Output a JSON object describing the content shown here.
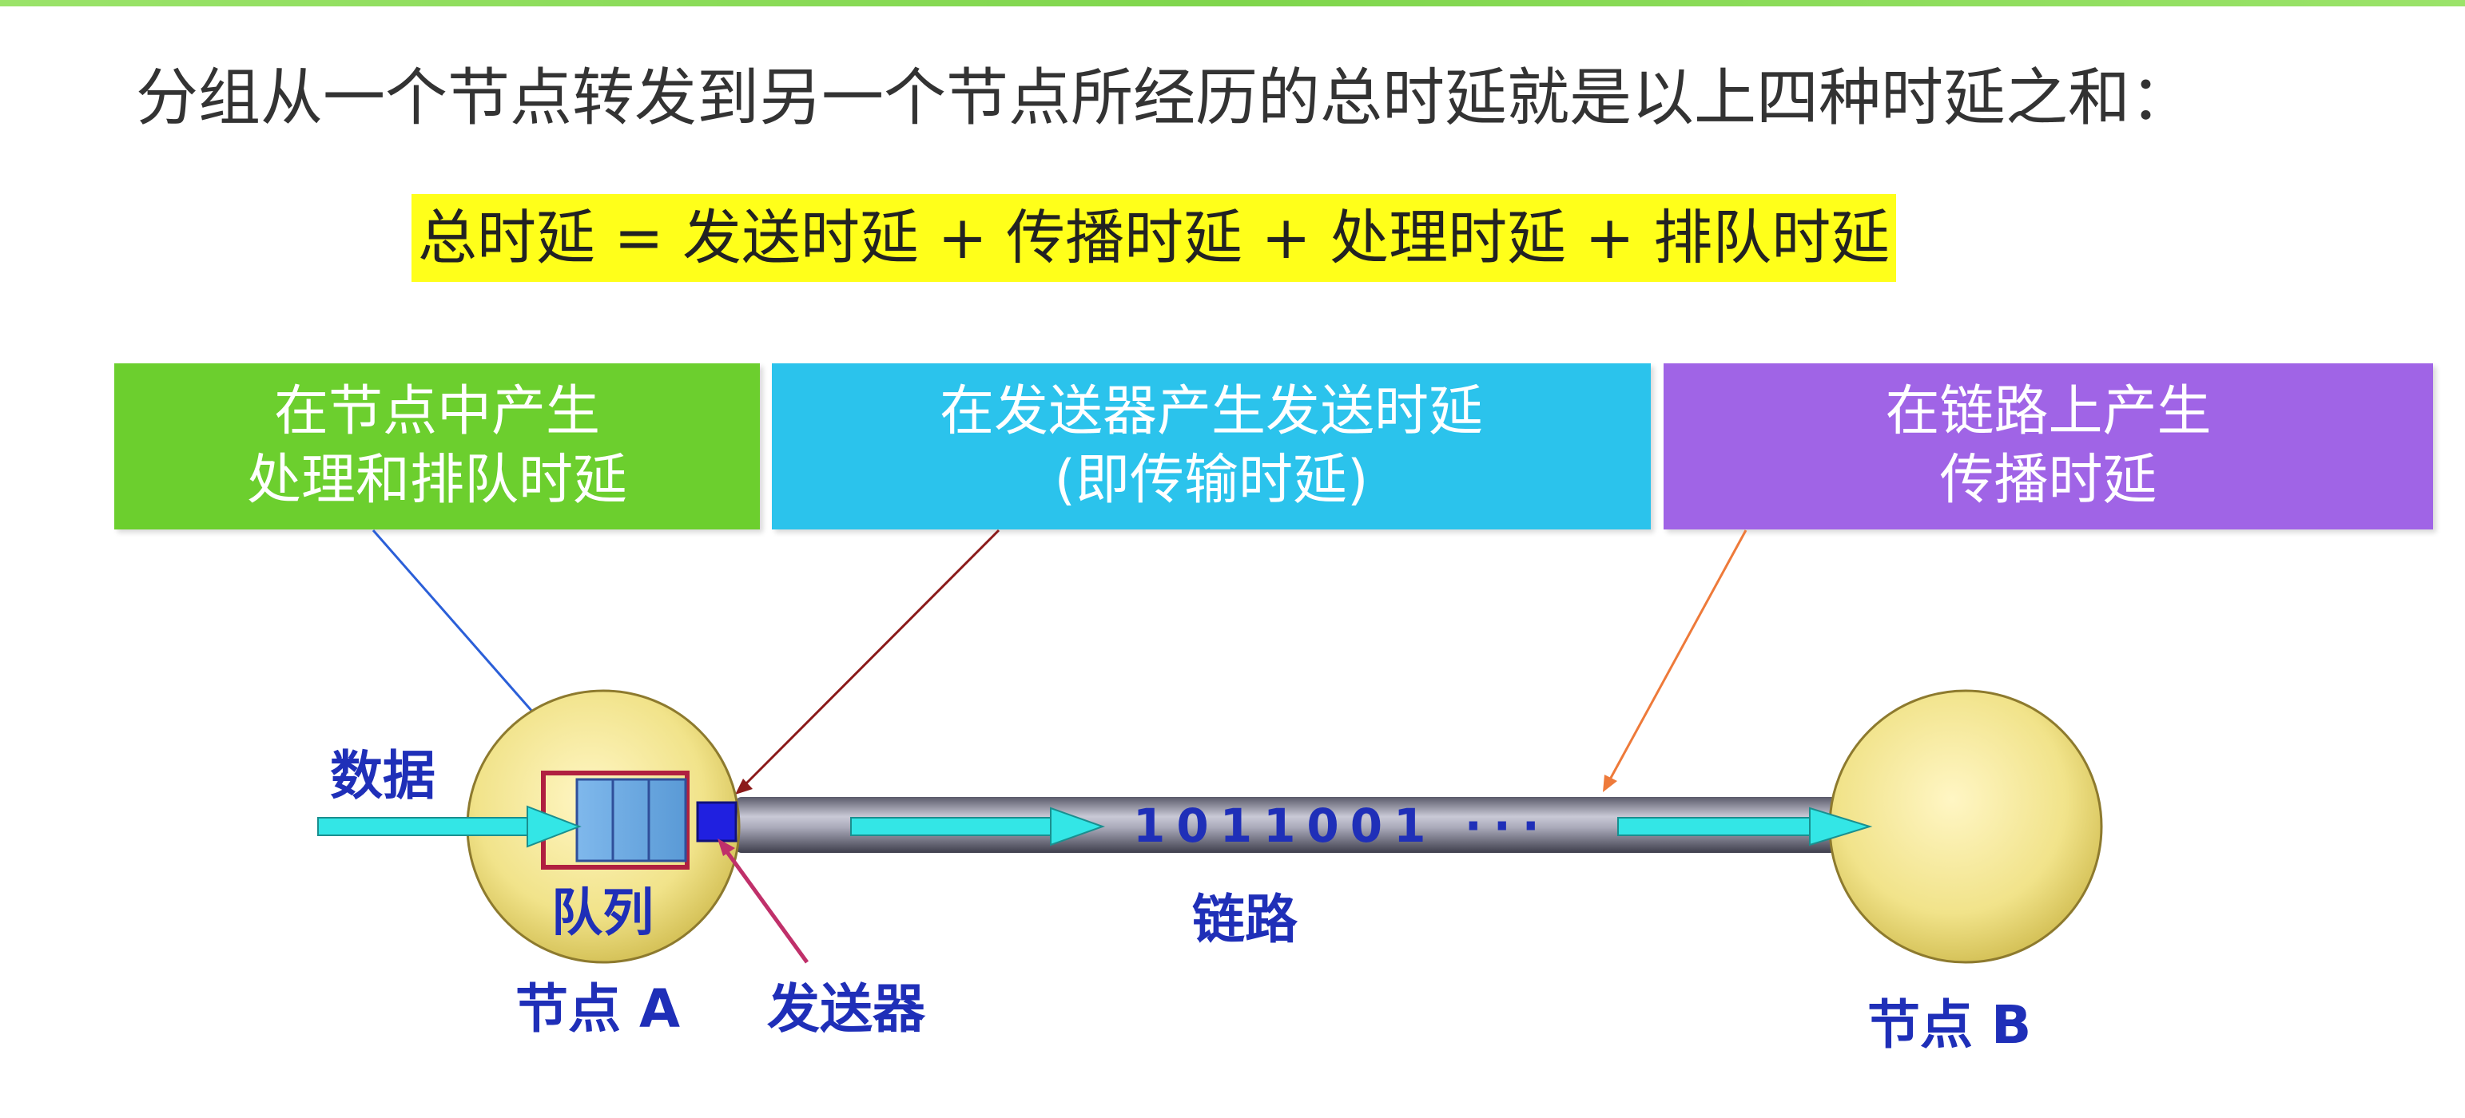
{
  "title": "分组从一个节点转发到另一个节点所经历的总时延就是以上四种时延之和：",
  "formula": "总时延 = 发送时延 + 传播时延 + 处理时延 + 排队时延",
  "boxes": {
    "node": {
      "line1": "在节点中产生",
      "line2": "处理和排队时延",
      "color": "#6ccf2e"
    },
    "sender": {
      "line1": "在发送器产生发送时延",
      "line2": "(即传输时延)",
      "color": "#2bc3ec"
    },
    "link": {
      "line1": "在链路上产生",
      "line2": "传播时延",
      "color": "#a064e6"
    }
  },
  "labels": {
    "data": "数据",
    "queue": "队列",
    "node_a": "节点 A",
    "sender": "发送器",
    "link": "链路",
    "node_b": "节点 B",
    "bits": "1011001 ···"
  },
  "colors": {
    "label_text": "#1f2fb8",
    "highlight": "#ffff1a",
    "node_fill": "#f1e38a",
    "arrow_fill": "#33e6e6"
  }
}
